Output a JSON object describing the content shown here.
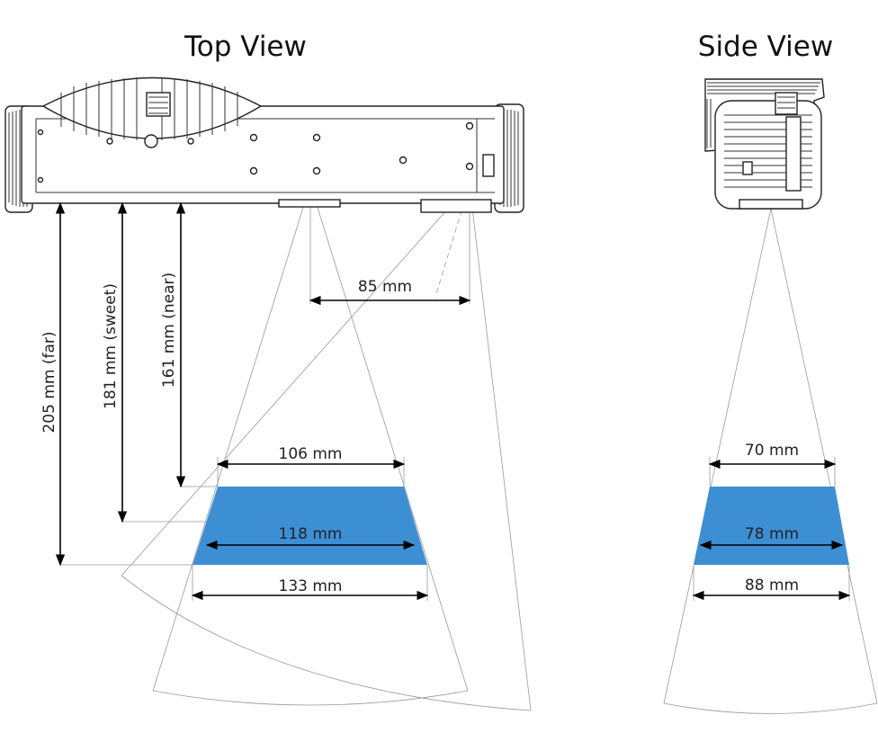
{
  "titles": {
    "top_view": "Top View",
    "side_view": "Side View"
  },
  "top_view": {
    "baseline_label": "85 mm",
    "distances": {
      "far": "205 mm (far)",
      "sweet": "181 mm (sweet)",
      "near": "161 mm (near)"
    },
    "widths": {
      "near": "106 mm",
      "sweet": "118 mm",
      "far": "133 mm"
    }
  },
  "side_view": {
    "widths": {
      "near": "70 mm",
      "sweet": "78 mm",
      "far": "88 mm"
    }
  },
  "colors": {
    "zone_fill": "#3d8fd4",
    "line": "#000000",
    "guide": "#999999"
  }
}
